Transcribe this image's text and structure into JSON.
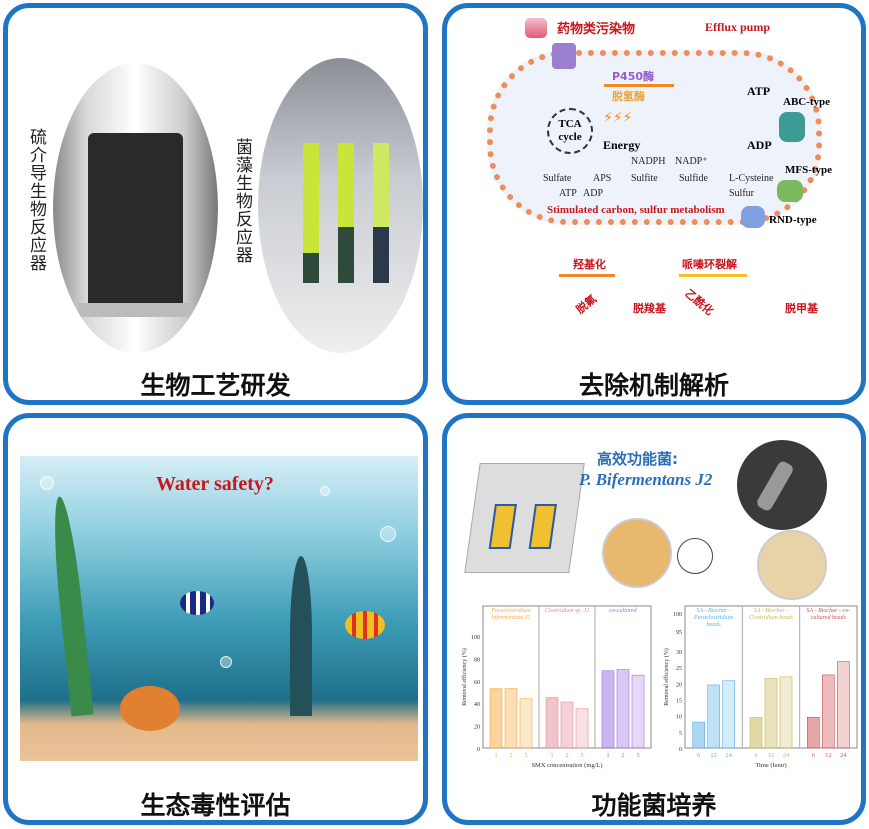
{
  "panels": {
    "process": {
      "title": "生物工艺研发",
      "left_label": "硫介导生物反应器",
      "right_label": "菌藻生物反应器"
    },
    "mechanism": {
      "title": "去除机制解析",
      "pollutant": "药物类污染物",
      "efflux": "Efflux pump",
      "p450": "P450酶",
      "dehydrogenase": "脱氢酶",
      "tca": "TCA cycle",
      "energy": "Energy",
      "atp": "ATP",
      "adp": "ADP",
      "abc": "ABC-type",
      "mfs": "MFS-type",
      "rnd": "RND-type",
      "nadph": "NADPH",
      "nadp": "NADP⁺",
      "sulfate": "Sulfate",
      "aps": "APS",
      "sulfite": "Sulfite",
      "sulfide": "Sulfide",
      "cysteine": "L-Cysteine",
      "sulfur": "Sulfur",
      "atp2": "ATP",
      "adp2": "ADP",
      "metabolism": "Stimulated carbon, sulfur metabolism",
      "pathways": [
        "羟基化",
        "哌嗪环裂解",
        "脱氟",
        "脱羧基",
        "乙酰化",
        "脱甲基"
      ]
    },
    "toxicity": {
      "title": "生态毒性评估",
      "question": "Water safety?"
    },
    "culture": {
      "title": "功能菌培养",
      "heading": "高效功能菌:",
      "strain": "P. Bifermentans J2"
    }
  },
  "colors": {
    "border": "#1f74c4",
    "red": "#c8161d",
    "strain": "#2a6fb8"
  },
  "chart_data": [
    {
      "type": "bar",
      "ylabel": "Removal efficiency (%)",
      "xlabel": "SMX concentration (mg/L)",
      "ylim": [
        0,
        100
      ],
      "yticks": [
        "0",
        "20",
        "40",
        "60",
        "80",
        "100"
      ],
      "groups": [
        {
          "name": "Paraclostridium bifermentans J2",
          "color": "#f5a93a",
          "categories": [
            "1",
            "2",
            "5"
          ],
          "values": [
            53,
            53,
            44
          ]
        },
        {
          "name": "Clostridium sp. J2",
          "color": "#e48a9a",
          "categories": [
            "1",
            "2",
            "5"
          ],
          "values": [
            45,
            41,
            35
          ]
        },
        {
          "name": "co-cultured",
          "color": "#9a6ee0",
          "categories": [
            "1",
            "2",
            "5"
          ],
          "values": [
            69,
            70,
            65
          ]
        }
      ]
    },
    {
      "type": "bar",
      "ylabel": "Removal efficiency (%)",
      "xlabel": "Time (hour)",
      "ylim": [
        0,
        30
      ],
      "yticks": [
        "0",
        "5",
        "10",
        "15",
        "20",
        "25",
        "30"
      ],
      "upper_ticks": [
        "95",
        "100"
      ],
      "groups": [
        {
          "name": "SA - Biochar - Paraclostridium beads",
          "color": "#5ab0e8",
          "categories": [
            "6",
            "12",
            "24"
          ],
          "values": [
            8,
            19.5,
            20.8
          ]
        },
        {
          "name": "SA - Biochar - Clostridium beads",
          "color": "#c8b450",
          "categories": [
            "6",
            "12",
            "24"
          ],
          "values": [
            9.4,
            21.5,
            22
          ]
        },
        {
          "name": "SA - Biochar - co-cultured beads",
          "color": "#d05050",
          "categories": [
            "6",
            "12",
            "24"
          ],
          "values": [
            9.5,
            22.6,
            26.7
          ]
        }
      ]
    }
  ]
}
